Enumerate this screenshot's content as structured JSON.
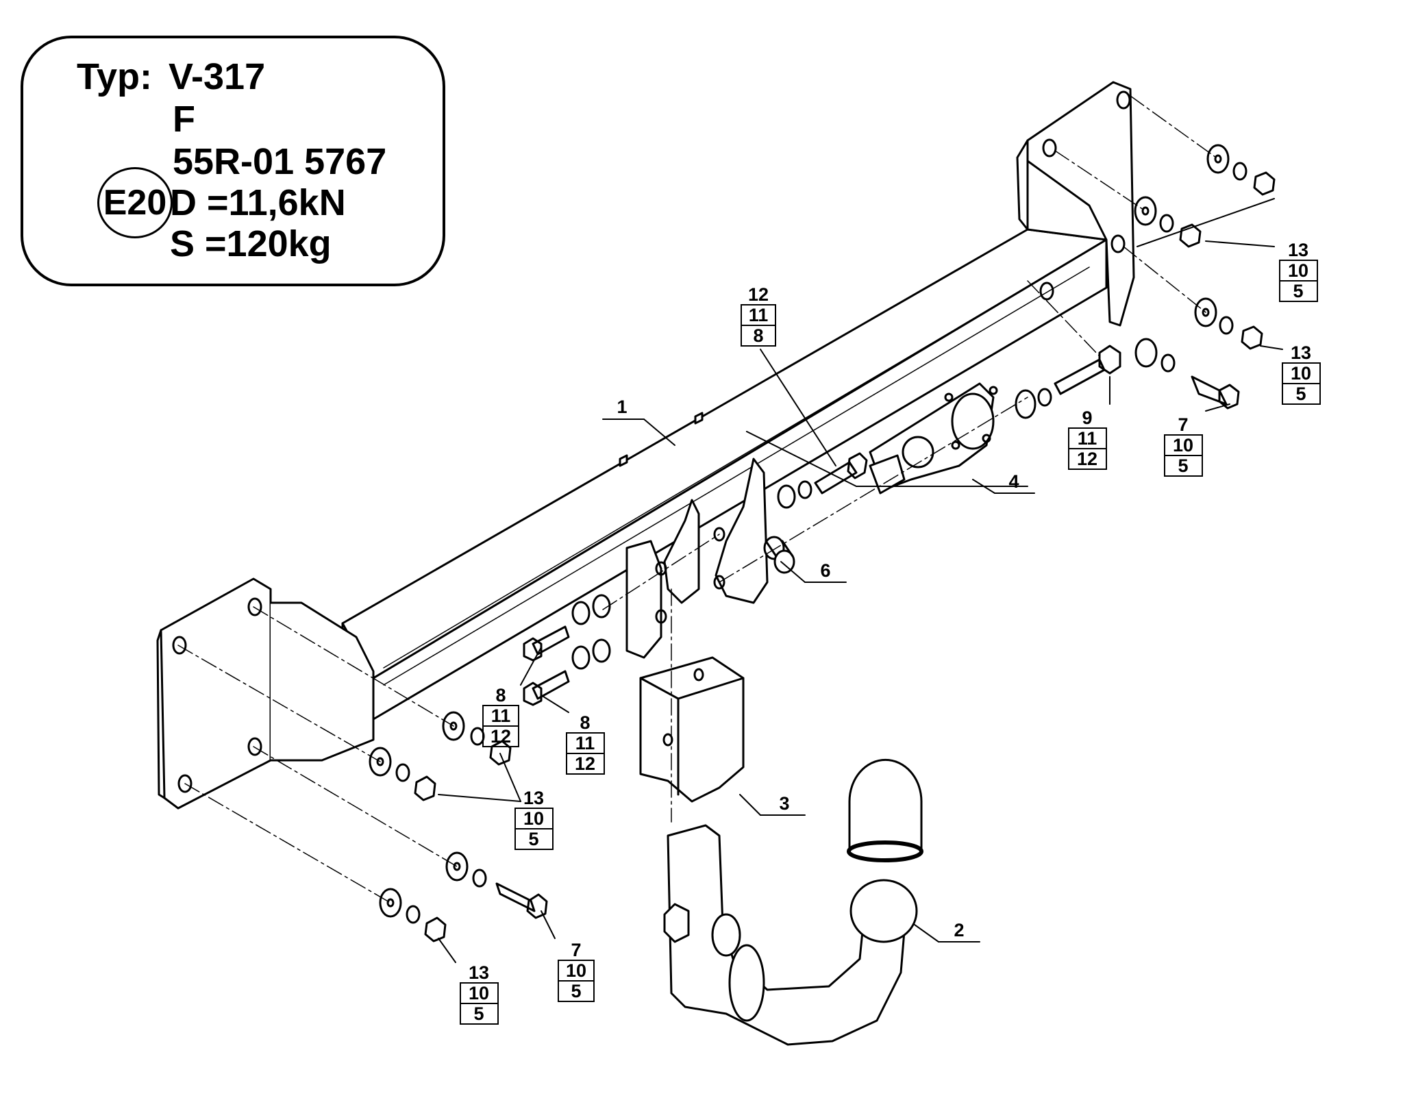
{
  "info": {
    "typ_label": "Typ:",
    "typ_value": "V-317",
    "variant": "F",
    "approval_mark": "E20",
    "approval_number": "55R-01 5767",
    "d_value": "D =11,6kN",
    "s_value": "S =120kg"
  },
  "callouts": {
    "part_1": "1",
    "part_2": "2",
    "part_3": "3",
    "part_4": "4",
    "part_6": "6",
    "stack_a": [
      "12",
      "11",
      "8"
    ],
    "stack_b": [
      "13",
      "10",
      "5"
    ],
    "stack_c": [
      "13",
      "10",
      "5"
    ],
    "stack_d": [
      "9",
      "11",
      "12"
    ],
    "stack_e": [
      "7",
      "10",
      "5"
    ],
    "stack_f": [
      "8",
      "11",
      "12"
    ],
    "stack_g": [
      "8",
      "11",
      "12"
    ],
    "stack_h": [
      "13",
      "10",
      "5"
    ],
    "stack_i": [
      "13",
      "10",
      "5"
    ],
    "stack_j": [
      "7",
      "10",
      "5"
    ]
  },
  "colors": {
    "line": "#000000",
    "background": "#ffffff"
  }
}
